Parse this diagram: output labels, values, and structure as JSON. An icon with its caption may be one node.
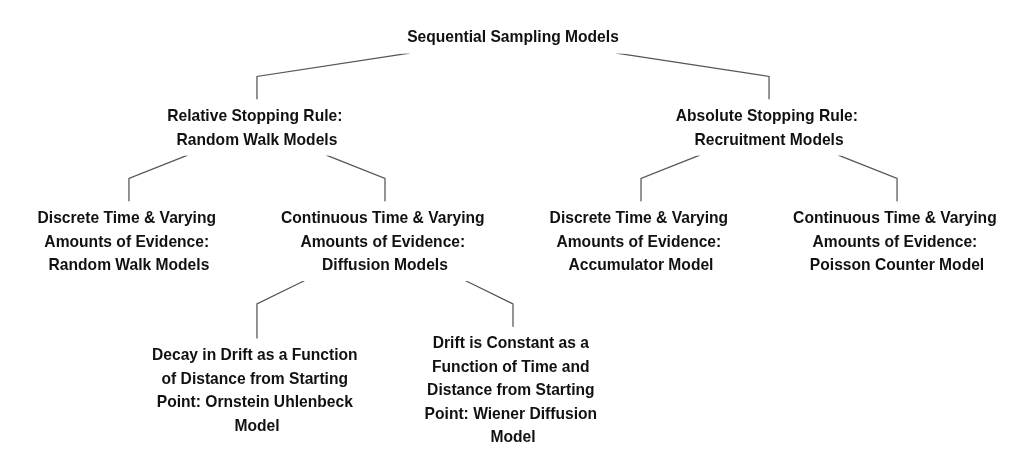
{
  "diagram": {
    "nodes": [
      {
        "text": [
          "Sequential Sampling Models"
        ]
      },
      {
        "text": [
          "Relative Stopping Rule: Random Walk Models"
        ]
      },
      {
        "text": [
          "Absolute Stopping Rule: Recruitment Models"
        ]
      },
      {
        "text": [
          "Discrete Time & Varying Amounts of Evidence: Random Walk Models"
        ]
      },
      {
        "text": [
          "Continuous Time & Varying Amounts of Evidence: Diffusion Models"
        ]
      },
      {
        "text": [
          "Discrete Time & Varying Amounts of Evidence: Accumulator Model"
        ]
      },
      {
        "text": [
          "Continuous Time & Varying Amounts of Evidence: Poisson Counter Model"
        ]
      },
      {
        "text": [
          "Decay in Drift as a Function of Distance from Starting Point: Ornstein Uhlenbeck Model"
        ]
      },
      {
        "text": [
          "Drift is Constant as a Function of Time and Distance from Starting Point: Wiener Diffusion Model"
        ]
      }
    ],
    "edges": [
      {
        "from": 0,
        "to": 1,
        "arrow": "none"
      },
      {
        "from": 0,
        "to": 2,
        "arrow": "none"
      },
      {
        "from": 1,
        "to": 3,
        "arrow": "none"
      },
      {
        "from": 1,
        "to": 4,
        "arrow": "none"
      },
      {
        "from": 2,
        "to": 5,
        "arrow": "none"
      },
      {
        "from": 2,
        "to": 6,
        "arrow": "none"
      },
      {
        "from": 4,
        "to": 7,
        "arrow": "none"
      },
      {
        "from": 4,
        "to": 8,
        "arrow": "none"
      }
    ]
  }
}
